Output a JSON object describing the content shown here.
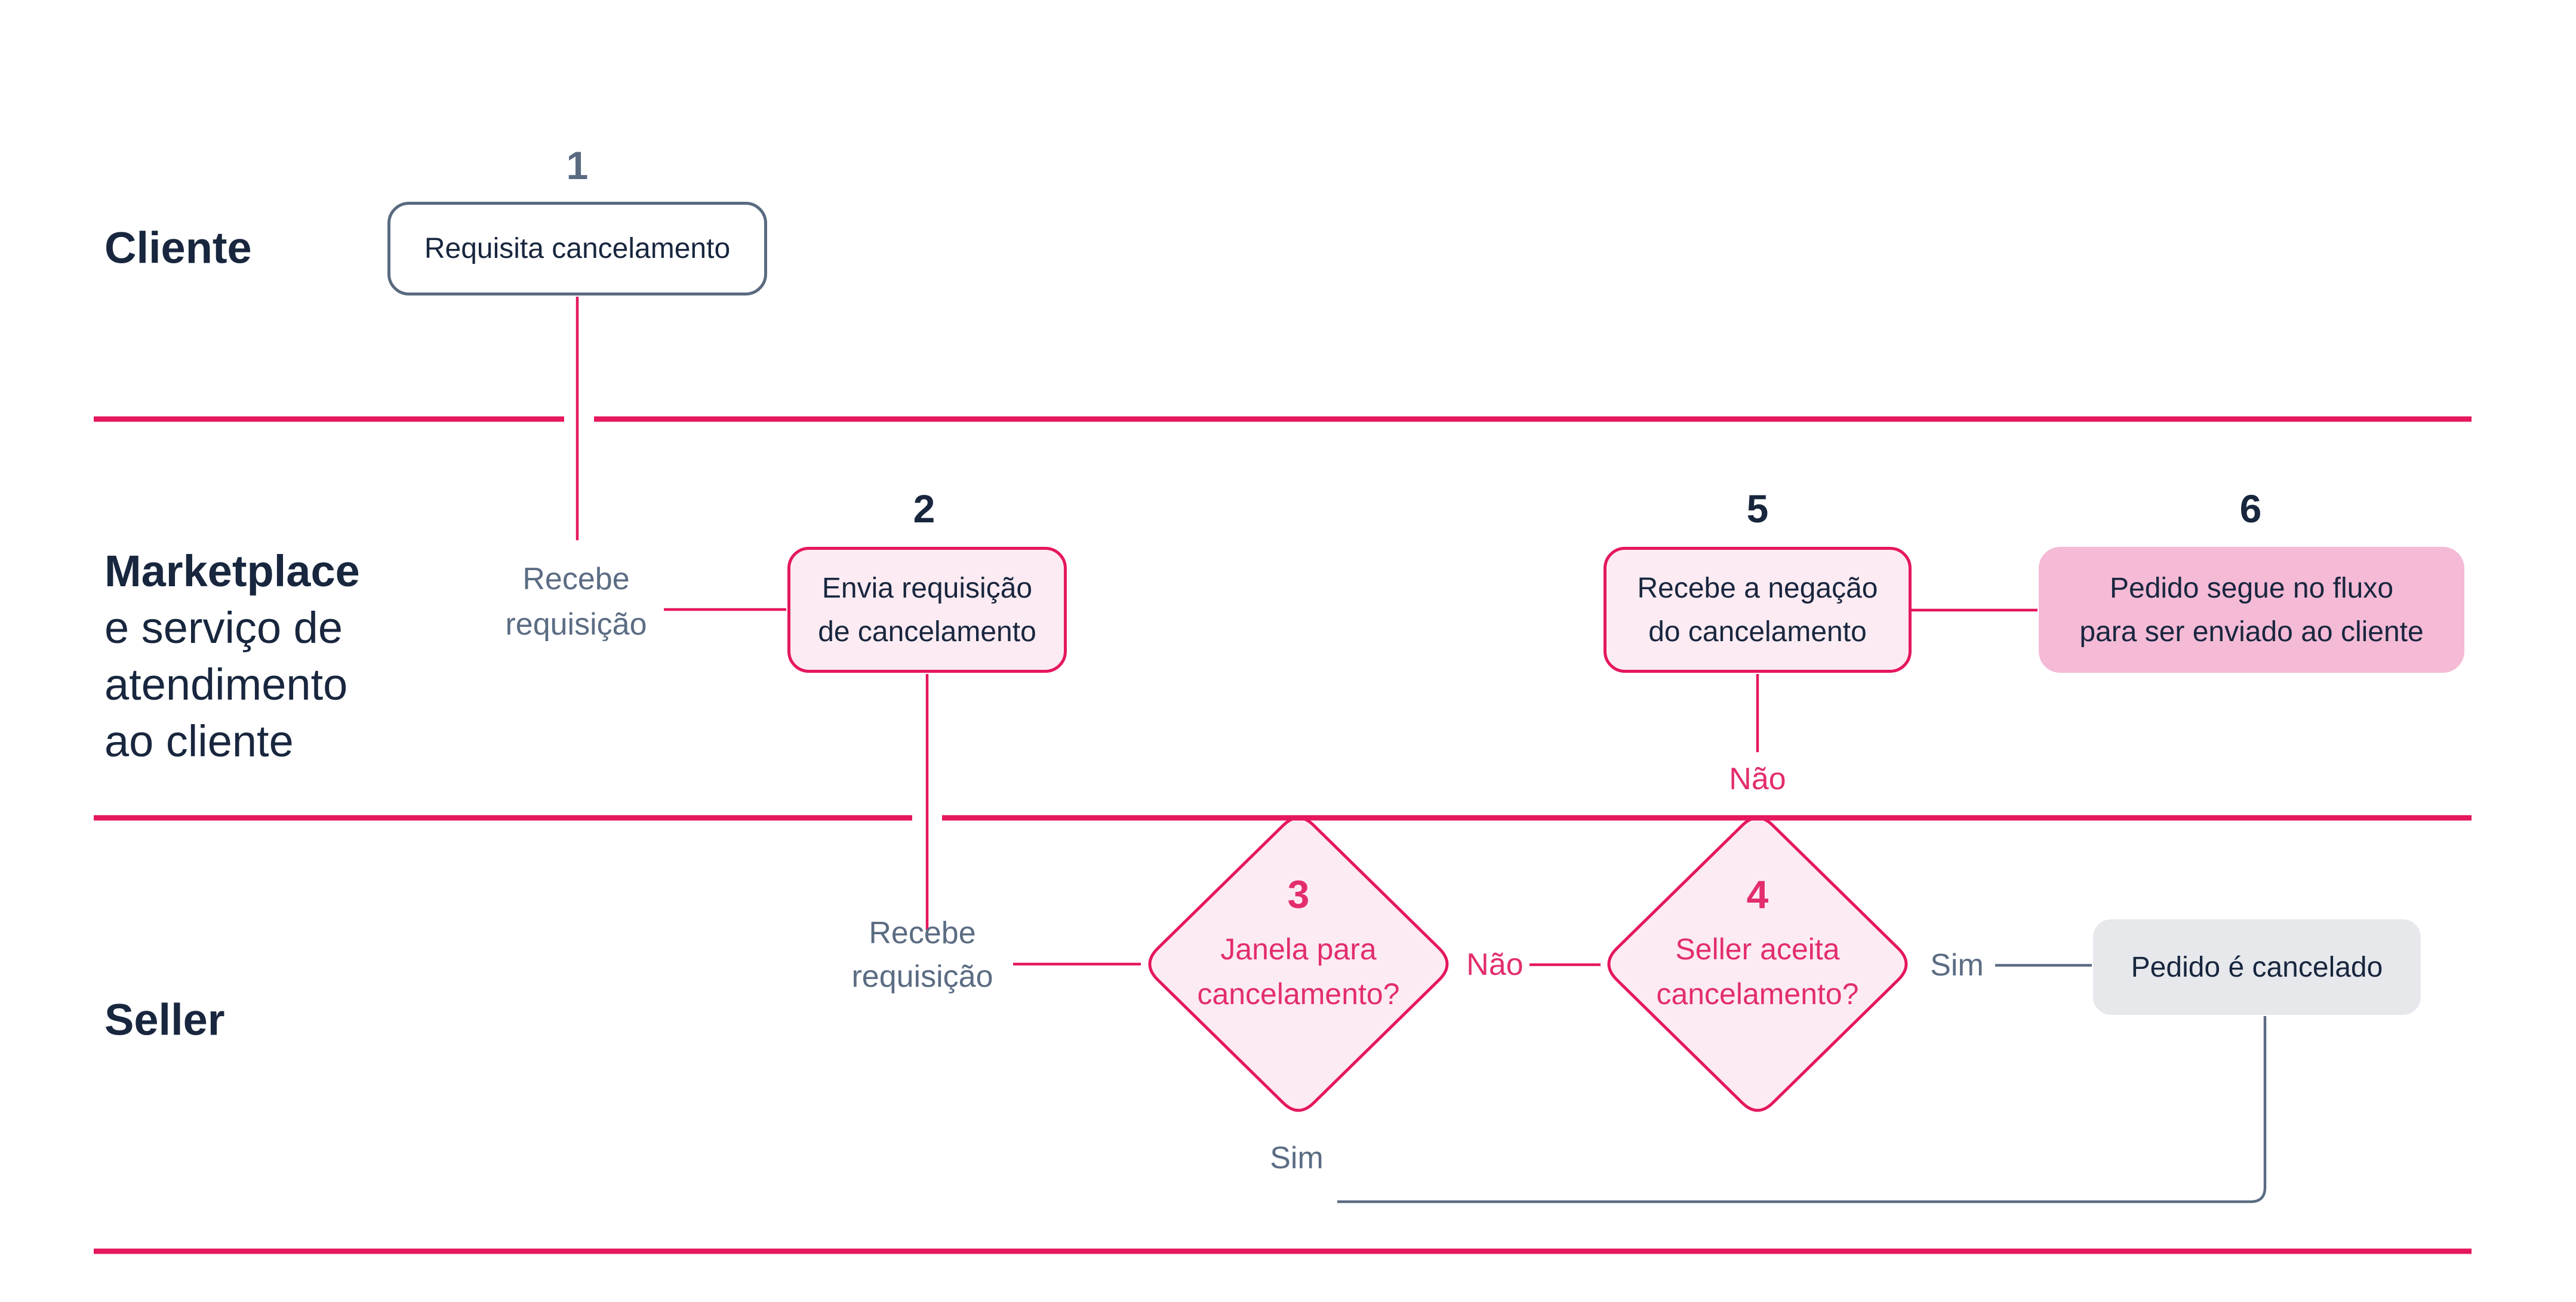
{
  "colors": {
    "accent_pink": "#E5175E",
    "pink_text": "#E22D6E",
    "navy": "#18263E",
    "slate": "#5B6C83",
    "light_pink_fill": "#FCEBF2",
    "solid_pink_fill": "#F4BAD6",
    "gray_fill": "#E6E8EC",
    "box1_border": "#5A6A80"
  },
  "lanes": {
    "cliente": {
      "title": "Cliente"
    },
    "marketplace": {
      "title": "Marketplace",
      "subtitle_lines": [
        "e serviço de",
        "atendimento",
        "ao cliente"
      ]
    },
    "seller": {
      "title": "Seller"
    }
  },
  "steps": {
    "step1": {
      "number": "1",
      "label": "Requisita cancelamento"
    },
    "step2": {
      "number": "2",
      "lines": [
        "Envia requisição",
        "de cancelamento"
      ]
    },
    "step3": {
      "number": "3",
      "lines": [
        "Janela para",
        "cancelamento?"
      ]
    },
    "step4": {
      "number": "4",
      "lines": [
        "Seller aceita",
        "cancelamento?"
      ]
    },
    "step5": {
      "number": "5",
      "lines": [
        "Recebe a negação",
        "do cancelamento"
      ]
    },
    "step6": {
      "number": "6",
      "lines": [
        "Pedido segue no fluxo",
        "para ser enviado ao cliente"
      ]
    },
    "cancelled": {
      "label": "Pedido é cancelado"
    }
  },
  "labels": {
    "receives_request": {
      "lines": [
        "Recebe",
        "requisição"
      ]
    },
    "yes": "Sim",
    "no": "Não"
  }
}
